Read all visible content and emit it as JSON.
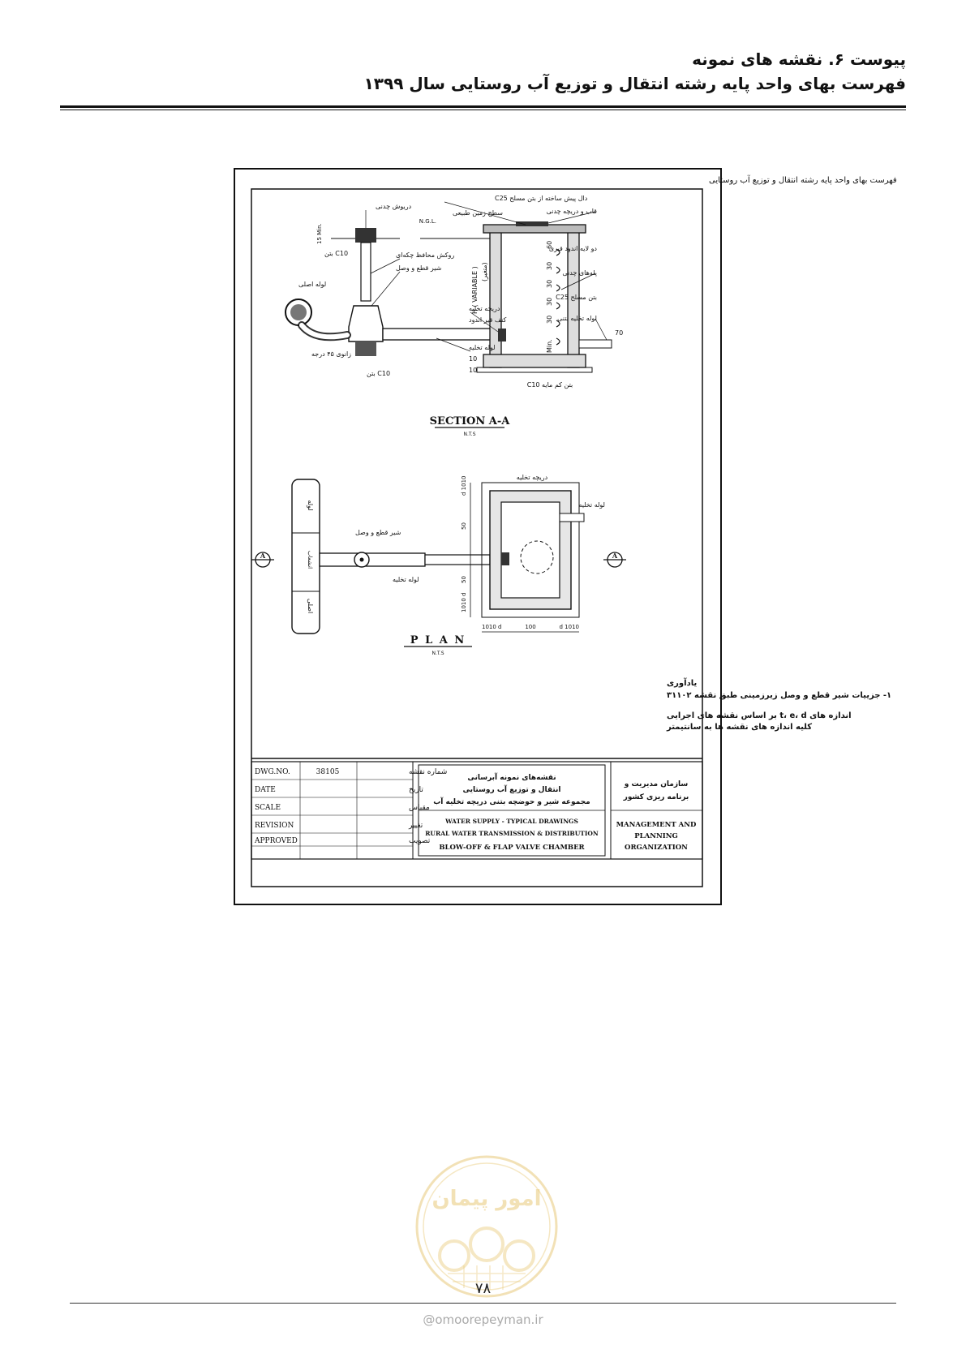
{
  "header": {
    "line1": "پیوست ۶. نقشه های نمونه",
    "line2": "فهرست بهای واحد پایه رشته انتقال و توزیع آب روستایی سال ۱۳۹۹"
  },
  "drawing": {
    "sheet_title": "فهرست بهای واحد پایه رشته انتقال و توزیع آب روستایی",
    "section": {
      "title": "SECTION A-A",
      "scale": "N.T.S",
      "labels": {
        "valve_box_cover": "دریوش چدنی",
        "concrete_c1": "بتن C10",
        "protective_casing": "روکش محافظ چکه‌ای",
        "gate_valve": "شیر قطع و وصل",
        "main_pipe": "لوله اصلی",
        "elbow_45": "زانوی ۴۵ درجه",
        "concrete_c2": "بتن C10",
        "precast_slab": "دال پیش ساخته از بتن مسلح C25",
        "ngl_fa": "سطح زمین طبیعی",
        "ngl": "N.G.L.",
        "flap_valve": "دریچه تخلیه",
        "bitumen": "کنف قیر اندود",
        "drain_pipe": "لوله تخلیه",
        "frame_cover": "قاب و دریچه چدنی",
        "galvanized_pipe": "دو لایه اندود قیری",
        "cast_steps": "پله‌های چدنی",
        "reinforced_concrete": "بتن مسلح C25",
        "outlet_pipe": "لوله تخلیه بتنی",
        "lean_concrete": "بتن کم مایه C10",
        "variable_h": "H ( VARIABLE )",
        "variable_fa": "(متغیر)",
        "dim_15_left": "15 Min.",
        "dim_min": "Min.",
        "step_30": "30",
        "dim_70": "70",
        "dim_10": "10",
        "dim_60": "60"
      }
    },
    "plan": {
      "title": "P L A N",
      "scale": "N.T.S",
      "labels": {
        "flap_valve": "دریچه تخلیه",
        "drain_pipe_right": "لوله تخلیه",
        "gate_valve": "شیر قطع و وصل",
        "drain_pipe": "لوله تخلیه",
        "main_a": "لوله",
        "main_b": "اصلی",
        "branch": "انشعاب",
        "arrow_a": "A"
      },
      "dims": {
        "d100": "1010 d",
        "d100r": "d 1010",
        "w100": "100",
        "v50a": "50",
        "v50b": "50",
        "v100a": "d 1010",
        "v100b": "1010 d"
      }
    },
    "notes": {
      "title": "یادآوری",
      "n1": "۱- جزییات شیر قطع و وصل زیرزمینی طبق نقشه ۳۱۱۰۲",
      "n2": "اندازه های t، e، d بر اساس نقشه های اجرایی",
      "n3": "کلیه اندازه های نقشه ها به سانتیمتر"
    },
    "title_block": {
      "rows": [
        {
          "en": "DWG.NO.",
          "value": "38105",
          "fa": "شماره نقشه"
        },
        {
          "en": "DATE",
          "value": "",
          "fa": "تاریخ"
        },
        {
          "en": "SCALE",
          "value": "",
          "fa": "مقیاس"
        },
        {
          "en": "REVISION",
          "value": "",
          "fa": "تغییر"
        },
        {
          "en": "APPROVED",
          "value": "",
          "fa": "تصویب"
        }
      ],
      "fa_title_1": "نقشه‌های نمونه آبرسانی",
      "fa_title_2": "انتقال و توزیع آب روستایی",
      "fa_title_3": "مجموعه شیر و حوضچه بتنی دریچه تخلیه آب",
      "en_title_1": "WATER SUPPLY - TYPICAL DRAWINGS",
      "en_title_2": "RURAL WATER TRANSMISSION & DISTRIBUTION",
      "en_title_3": "BLOW-OFF & FLAP VALVE CHAMBER",
      "org_fa_1": "سازمان مدیریت و",
      "org_fa_2": "برنامه ریزی کشور",
      "org_en_1": "MANAGEMENT AND",
      "org_en_2": "PLANNING",
      "org_en_3": "ORGANIZATION"
    }
  },
  "footer": {
    "page_number": "۷۸",
    "website": "omoorepeyman.ir",
    "watermark_text": "امور پیمان"
  },
  "colors": {
    "ink": "#111111",
    "watermark": "#e8c97a",
    "site_text": "#aaaaaa"
  }
}
